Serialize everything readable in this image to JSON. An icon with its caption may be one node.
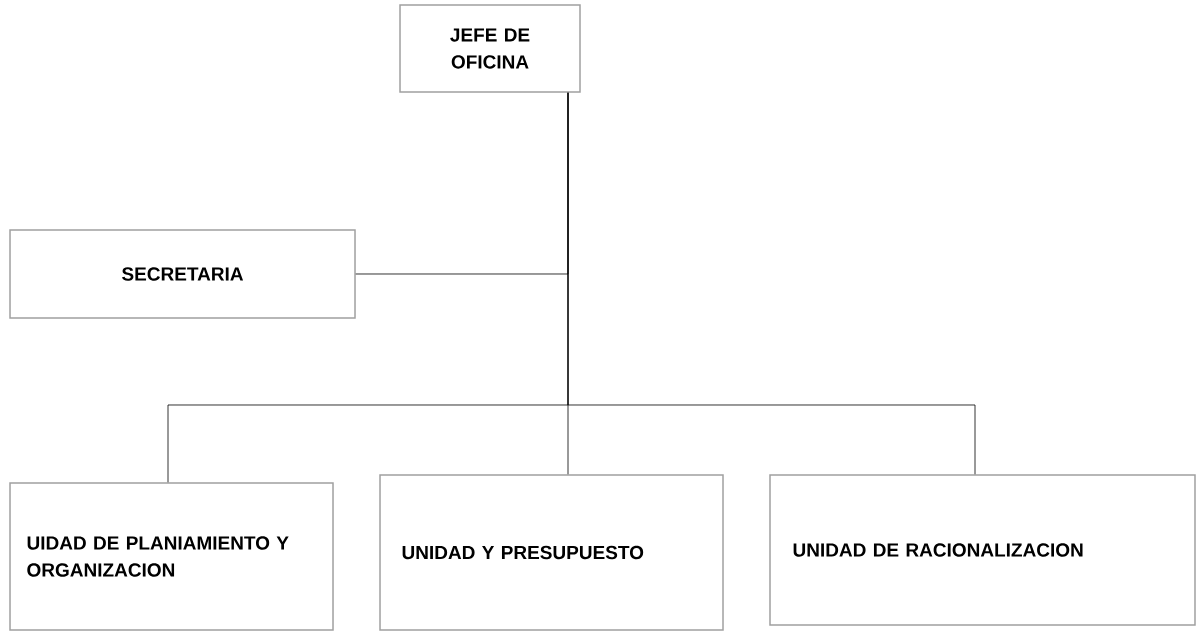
{
  "diagram": {
    "nodes": [
      {
        "text": [
          "JEFE DE OFICINA"
        ]
      },
      {
        "text": [
          "SECRETARIA"
        ]
      },
      {
        "text": [
          "UIDAD DE PLANIAMIENTO Y ORGANIZACION"
        ]
      },
      {
        "text": [
          "UNIDAD Y PRESUPUESTO"
        ]
      },
      {
        "text": [
          "UNIDAD DE RACIONALIZACION"
        ]
      }
    ],
    "edges": [
      {
        "from": 0,
        "to": 1,
        "arrow": "none"
      },
      {
        "from": 0,
        "to": 2,
        "arrow": "none"
      },
      {
        "from": 0,
        "to": 3,
        "arrow": "none"
      },
      {
        "from": 0,
        "to": 4,
        "arrow": "none"
      }
    ]
  }
}
